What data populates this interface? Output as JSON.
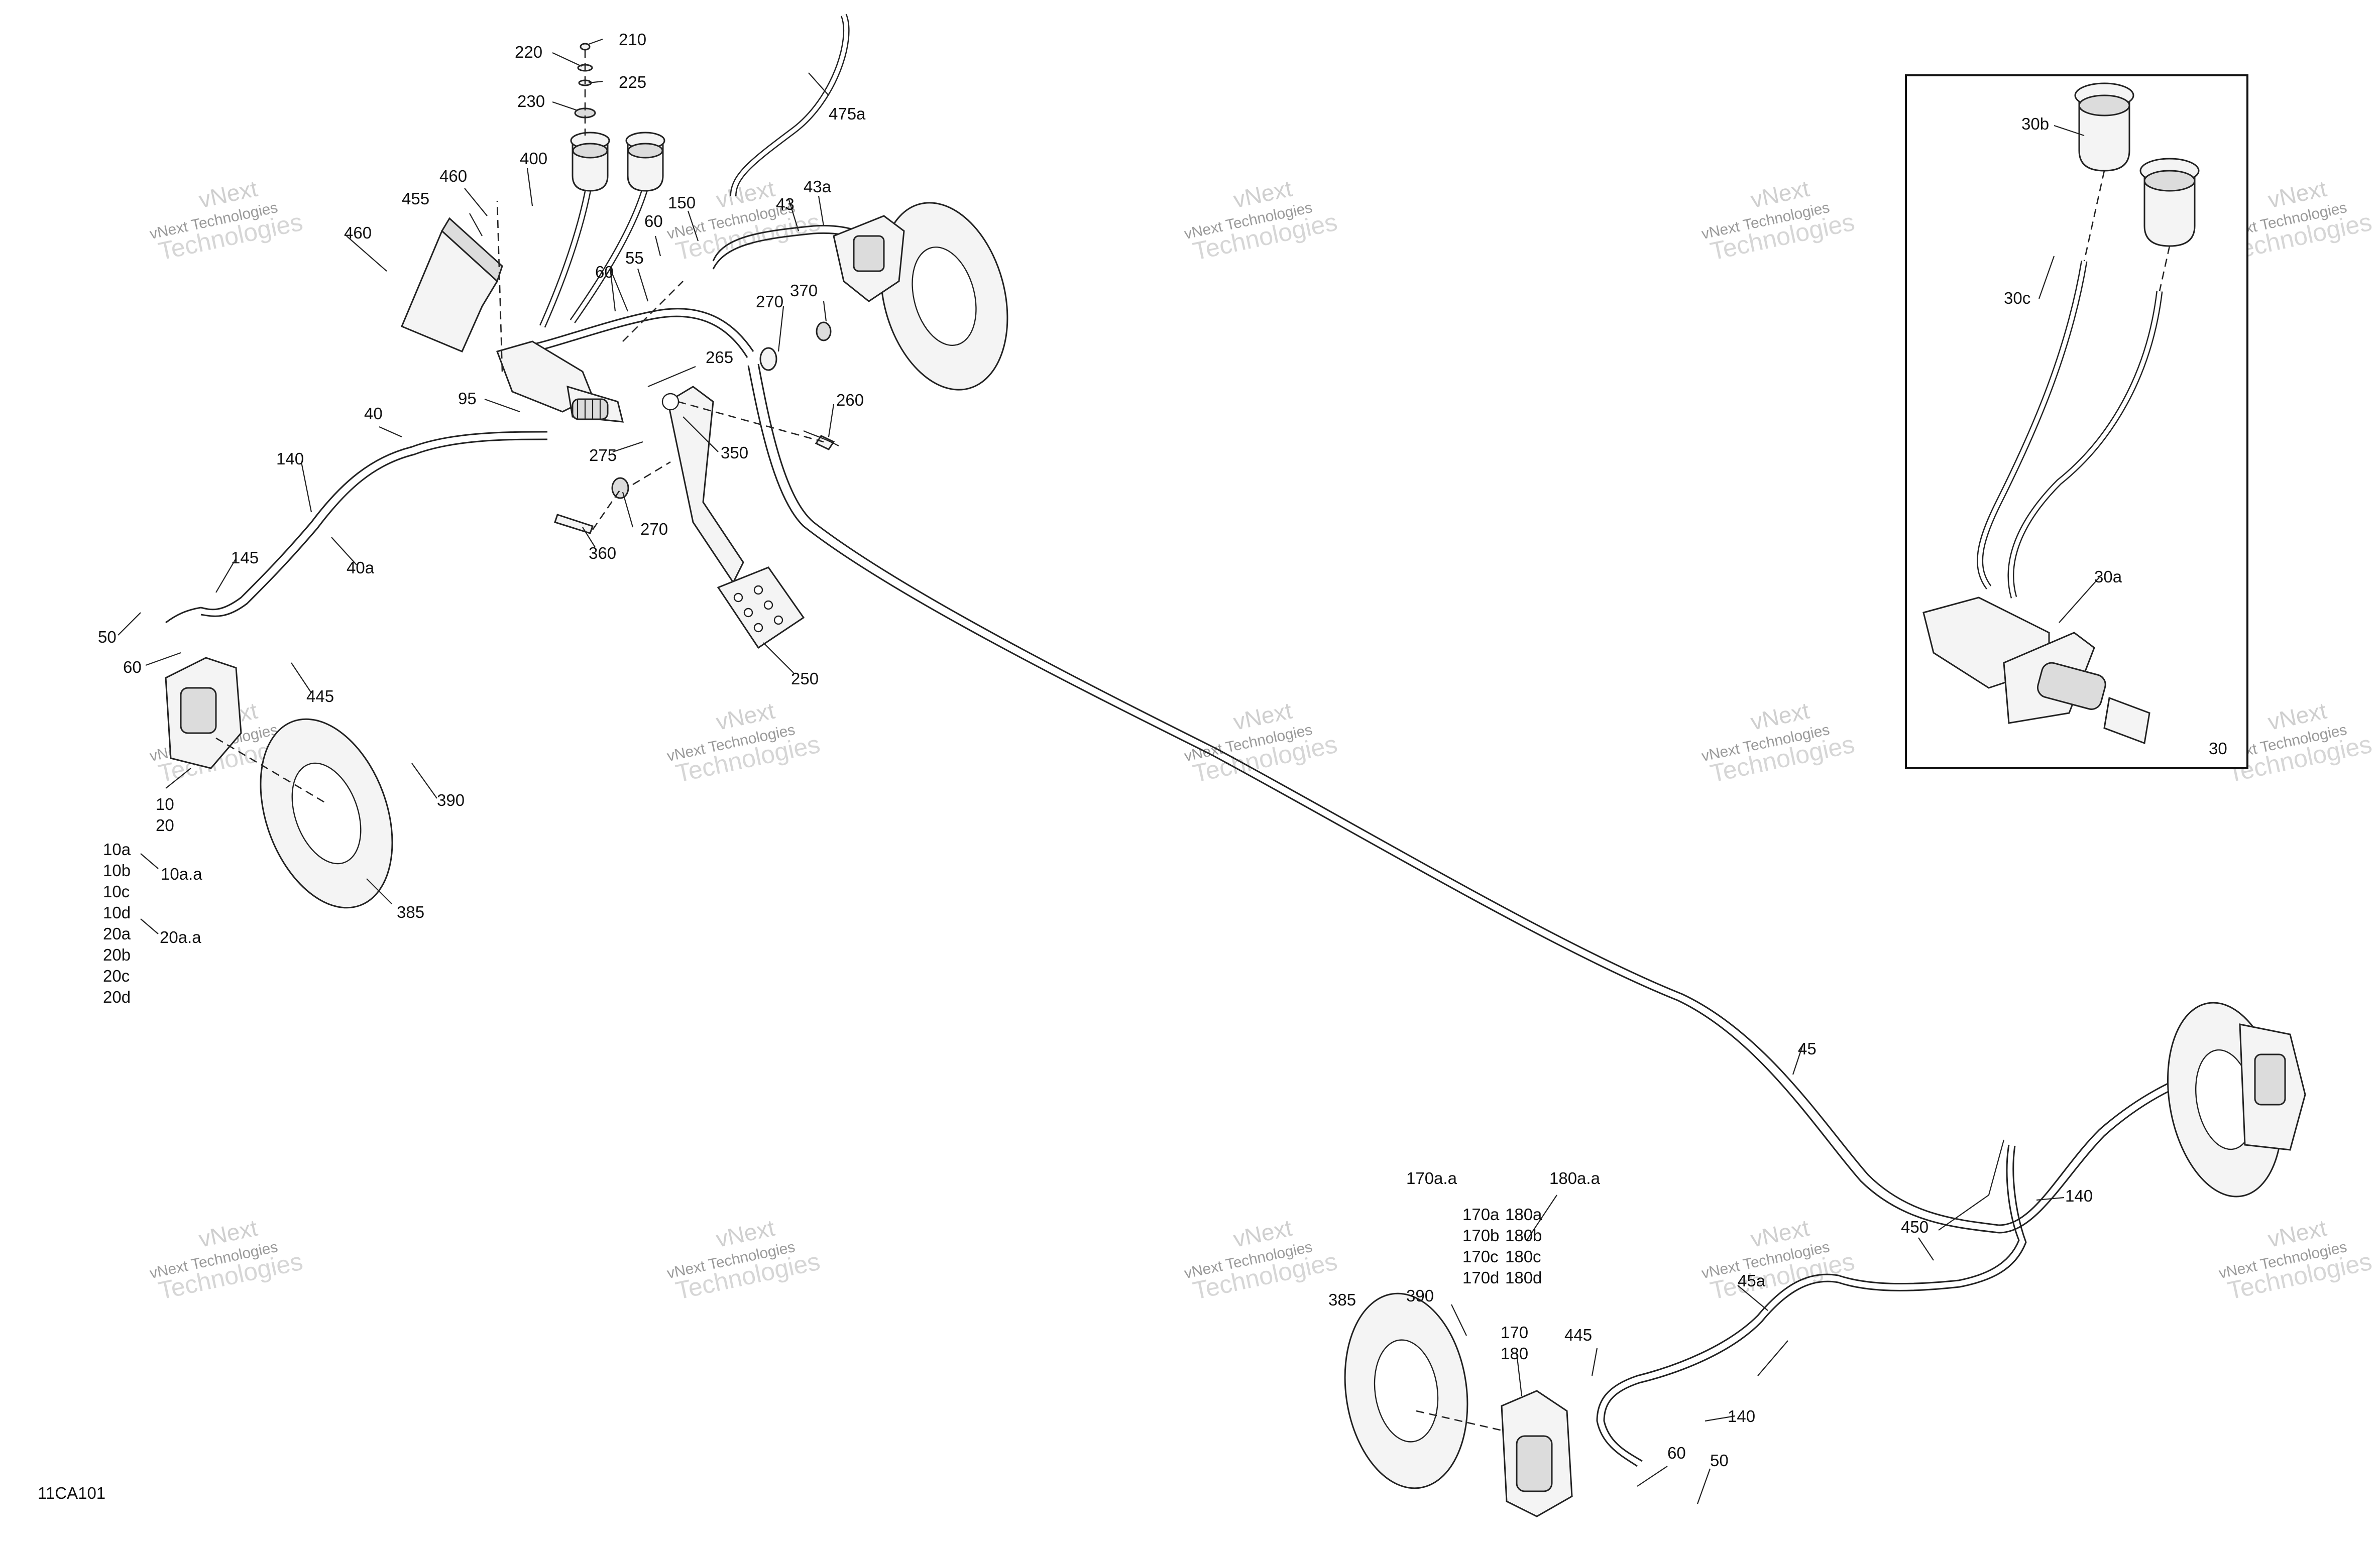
{
  "diagram_code": "11CA101",
  "inset_label": "30",
  "callouts": {
    "c210": "210",
    "c220": "220",
    "c225": "225",
    "c230": "230",
    "c475a": "475a",
    "c400": "400",
    "c460a": "460",
    "c460b": "460",
    "c455": "455",
    "c150": "150",
    "c60a": "60",
    "c43": "43",
    "c43a": "43a",
    "c55": "55",
    "c60b": "60",
    "c270a": "270",
    "c370": "370",
    "c265": "265",
    "c260": "260",
    "c95": "95",
    "c40": "40",
    "c275": "275",
    "c350": "350",
    "c140a": "140",
    "c270b": "270",
    "c360": "360",
    "c40a": "40a",
    "c145": "145",
    "c50a": "50",
    "c60c": "60",
    "c445a": "445",
    "c250": "250",
    "c390a": "390",
    "c385a": "385",
    "c10": "10",
    "c20": "20",
    "c10a": "10a",
    "c10b": "10b",
    "c10c": "10c",
    "c10d": "10d",
    "c10aa": "10a.a",
    "c20a": "20a",
    "c20b": "20b",
    "c20c": "20c",
    "c20d": "20d",
    "c20aa": "20a.a",
    "c30b": "30b",
    "c30c": "30c",
    "c30a": "30a",
    "c45": "45",
    "c140b": "140",
    "c450": "450",
    "c45a": "45a",
    "c170aa": "170a.a",
    "c180aa": "180a.a",
    "c170a": "170a",
    "c180a": "180a",
    "c170b": "170b",
    "c180b": "180b",
    "c170c": "170c",
    "c180c": "180c",
    "c170d": "170d",
    "c180d": "180d",
    "c170": "170",
    "c180": "180",
    "c385b": "385",
    "c390b": "390",
    "c445b": "445",
    "c140c": "140",
    "c60d": "60",
    "c50b": "50"
  },
  "watermark": {
    "line1": "vNext",
    "line2": "vNext Technologies",
    "line3": "Technologies"
  }
}
